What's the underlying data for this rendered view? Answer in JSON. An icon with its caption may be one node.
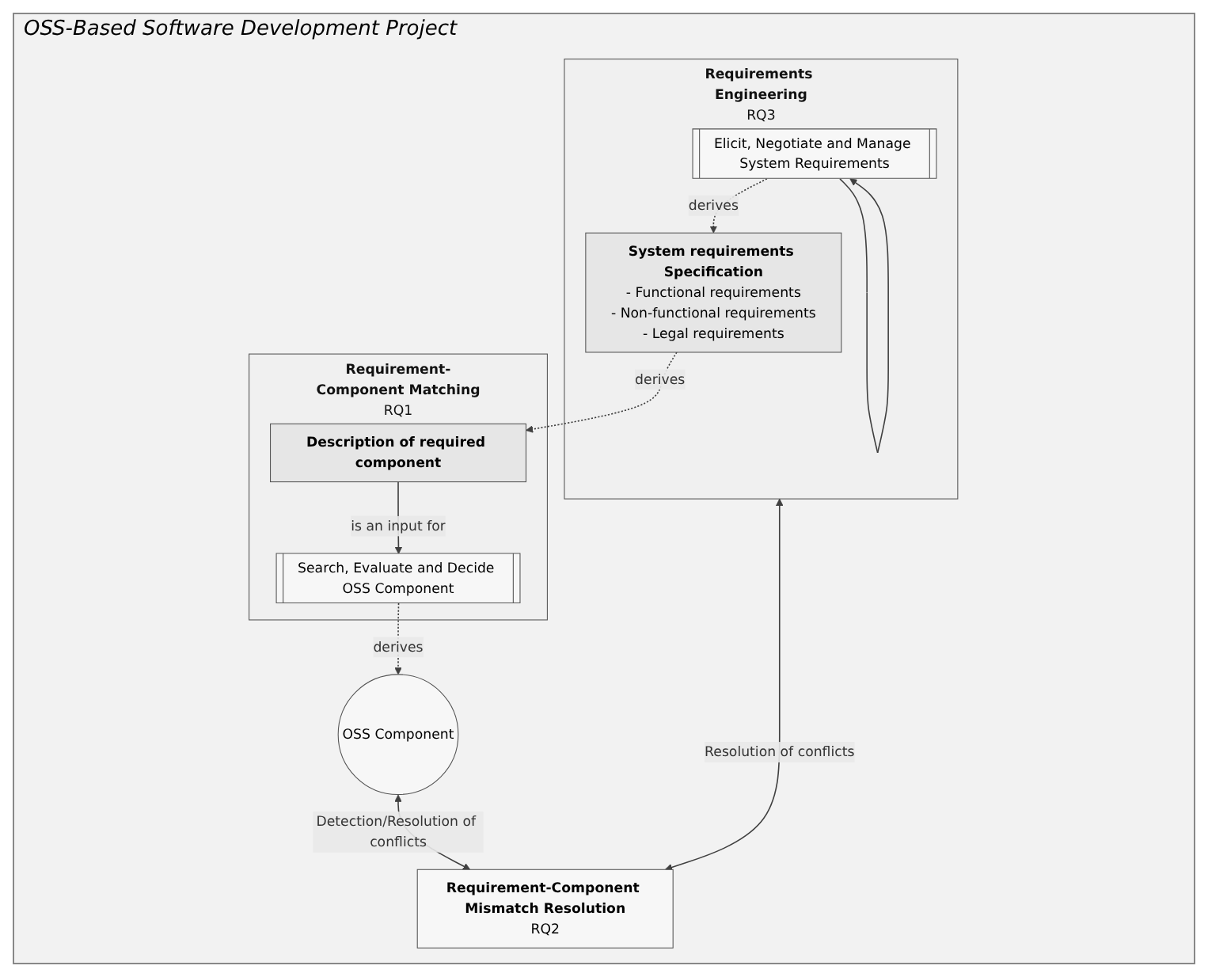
{
  "diagram": {
    "title": "OSS-Based Software Development Project",
    "nodes": [
      {
        "text": [
          "Requirements Engineering",
          "RQ3"
        ]
      },
      {
        "text": [
          "System requirements Specification",
          "- Functional requirements",
          "- Non-functional requirements",
          "- Legal requirements"
        ],
        "in": 0
      },
      {
        "text": [
          "Elicit, Negotiate and Manage System Requirements"
        ],
        "in": 0
      },
      {
        "text": [
          "Requirement-Component Matching",
          "RQ1"
        ]
      },
      {
        "text": [
          "Description of required component"
        ],
        "in": 3
      },
      {
        "text": [
          "Search, Evaluate and Decide OSS Component"
        ],
        "in": 3
      },
      {
        "text": [
          "OSS Component"
        ]
      },
      {
        "text": [
          "Requirement-Component Mismatch Resolution",
          "RQ2"
        ]
      }
    ],
    "edges": [
      {
        "from": 2,
        "to": 1,
        "arrow": "to",
        "label": "derives",
        "style": "dashed"
      },
      {
        "from": 2,
        "to": 2,
        "arrow": "to"
      },
      {
        "from": 1,
        "to": 4,
        "arrow": "to",
        "label": "derives",
        "style": "dashed"
      },
      {
        "from": 4,
        "to": 5,
        "arrow": "to",
        "label": "is an input for"
      },
      {
        "from": 5,
        "to": 6,
        "arrow": "to",
        "label": "derives",
        "style": "dashed"
      },
      {
        "from": 6,
        "to": 7,
        "arrow": "both",
        "label": "Detection/Resolution of conflicts"
      },
      {
        "from": 7,
        "to": 0,
        "arrow": "both",
        "label": "Resolution of conflicts"
      }
    ]
  }
}
